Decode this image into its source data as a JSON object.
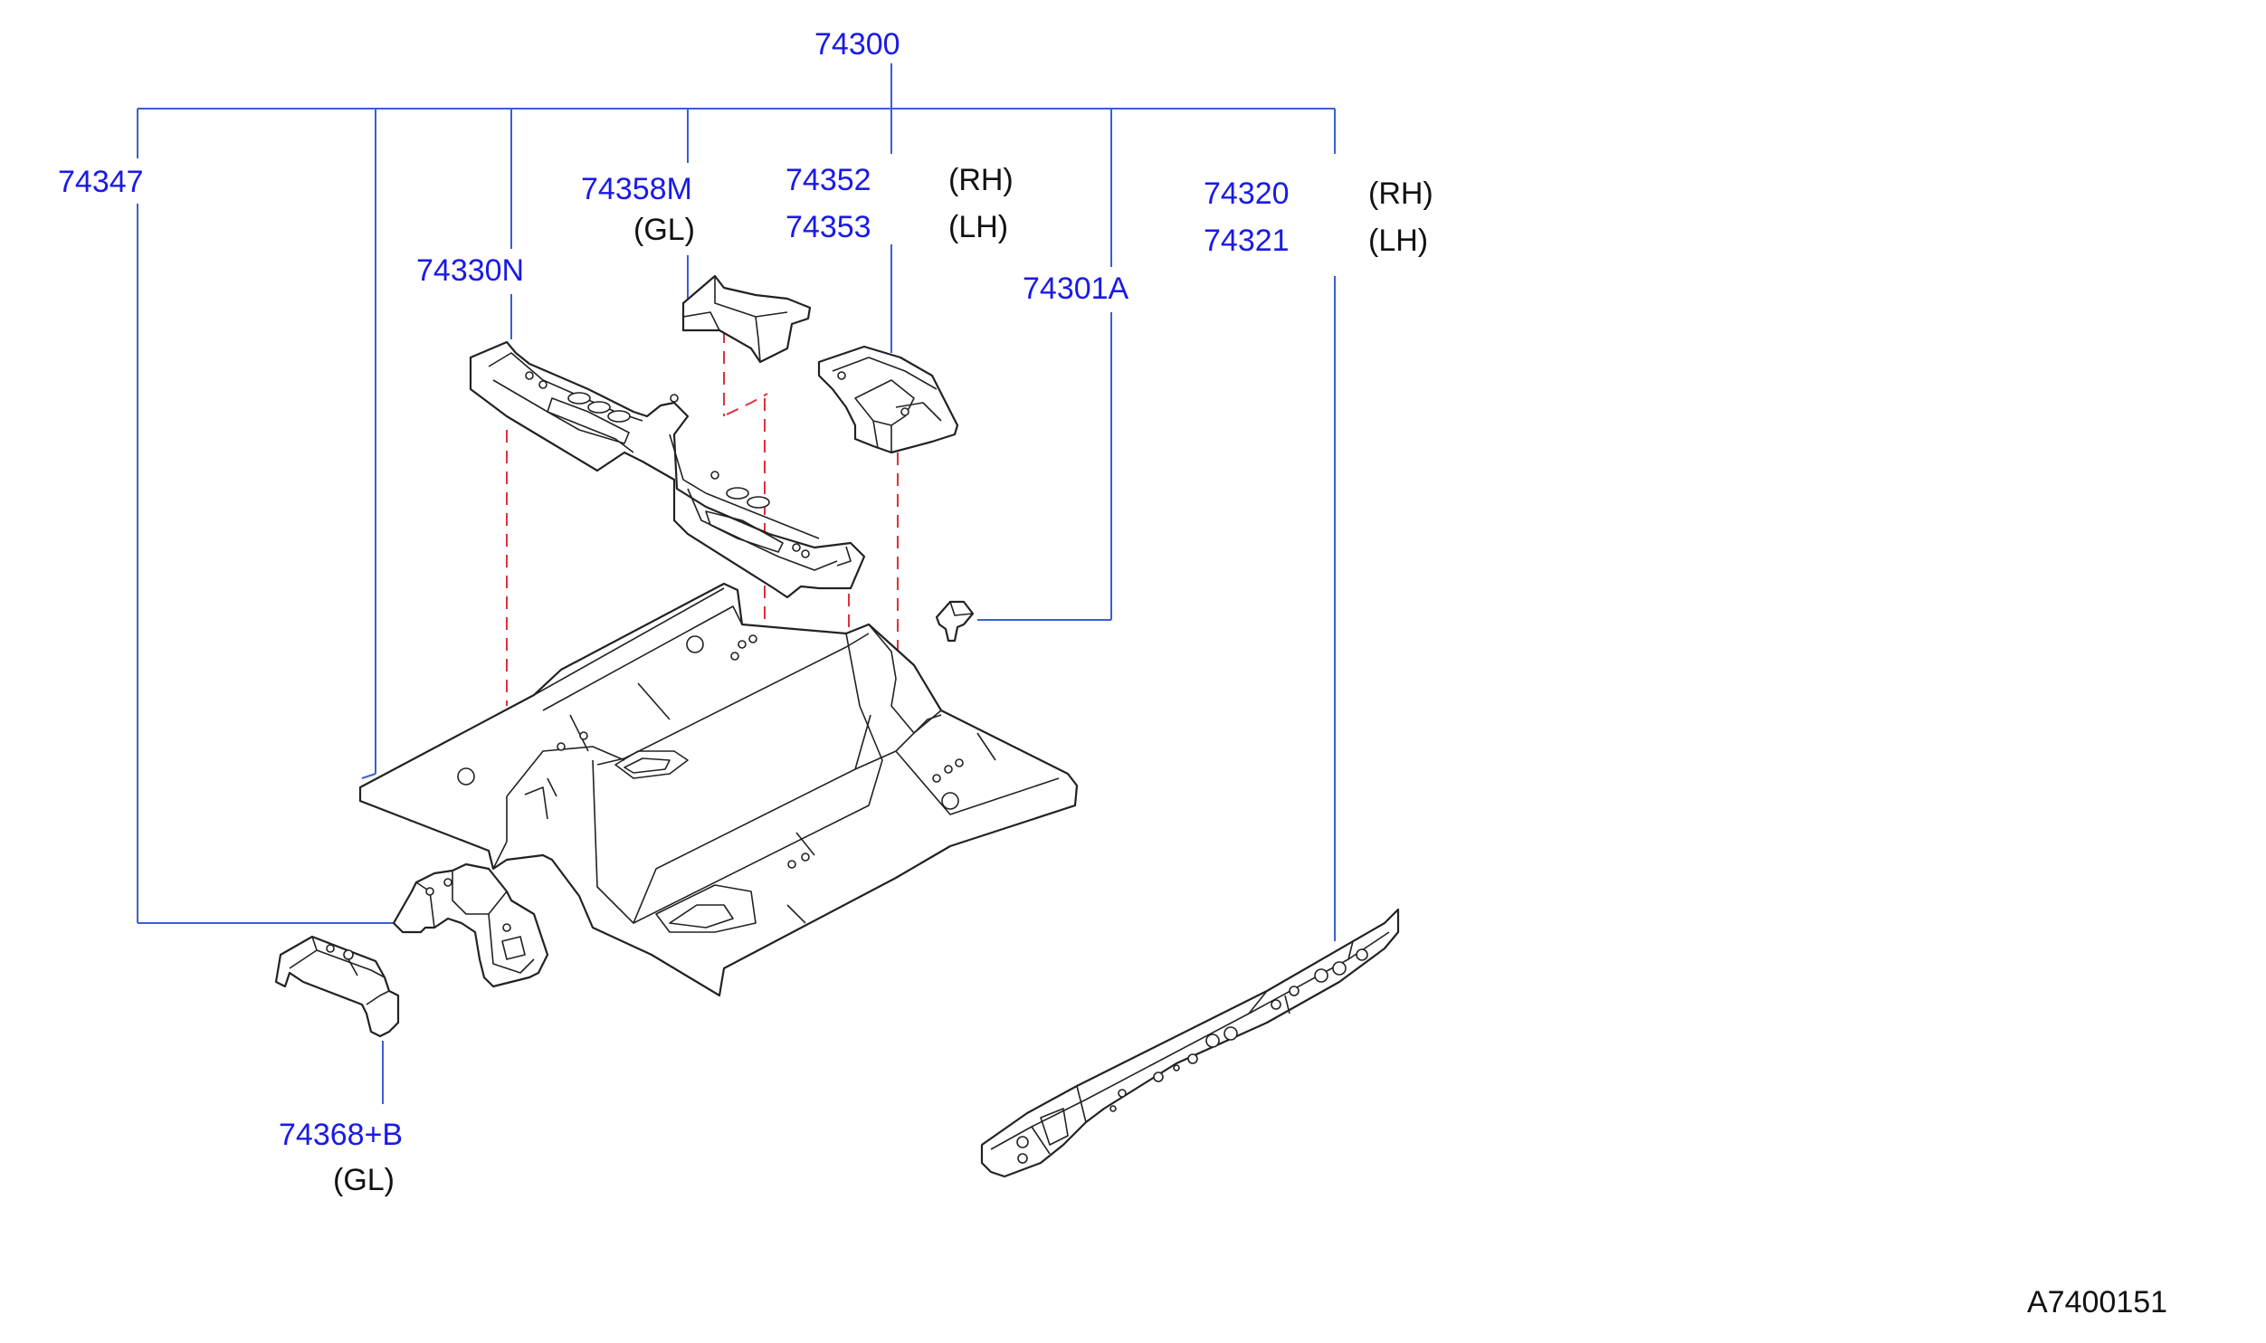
{
  "parts": {
    "assembly": "74300",
    "p74347": "74347",
    "p74358M": "74358M",
    "p74358M_note": "(GL)",
    "p74352": "74352",
    "p74352_side": "(RH)",
    "p74353": "74353",
    "p74353_side": "(LH)",
    "p74320": "74320",
    "p74320_side": "(RH)",
    "p74321": "74321",
    "p74321_side": "(LH)",
    "p74330N": "74330N",
    "p74301A": "74301A",
    "p74368B": "74368+B",
    "p74368B_note": "(GL)"
  },
  "diagram_code": "A7400151",
  "colors": {
    "part_number": "#1a1ae6",
    "leader_line": "#3a5fcf",
    "alignment_dash": "#e0303a",
    "outline": "#222222"
  }
}
